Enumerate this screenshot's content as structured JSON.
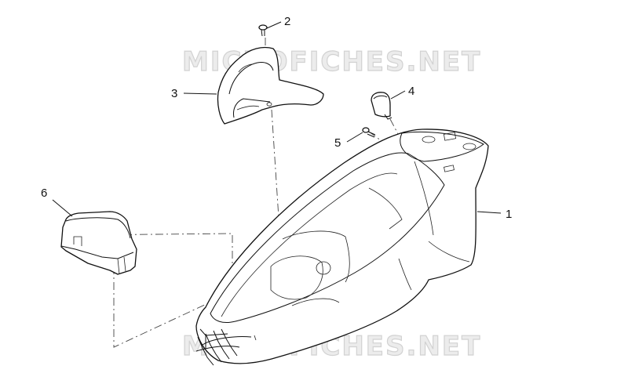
{
  "watermark": {
    "top": "MICROFICHES.NET",
    "bottom": "MICROFICHES.NET"
  },
  "callouts": [
    {
      "id": "1",
      "label": "1",
      "part": "helmet-compartment"
    },
    {
      "id": "2",
      "label": "2",
      "part": "screw"
    },
    {
      "id": "3",
      "label": "3",
      "part": "battery-cover"
    },
    {
      "id": "4",
      "label": "4",
      "part": "clip-cover"
    },
    {
      "id": "5",
      "label": "5",
      "part": "screw"
    },
    {
      "id": "6",
      "label": "6",
      "part": "box-cover"
    }
  ]
}
